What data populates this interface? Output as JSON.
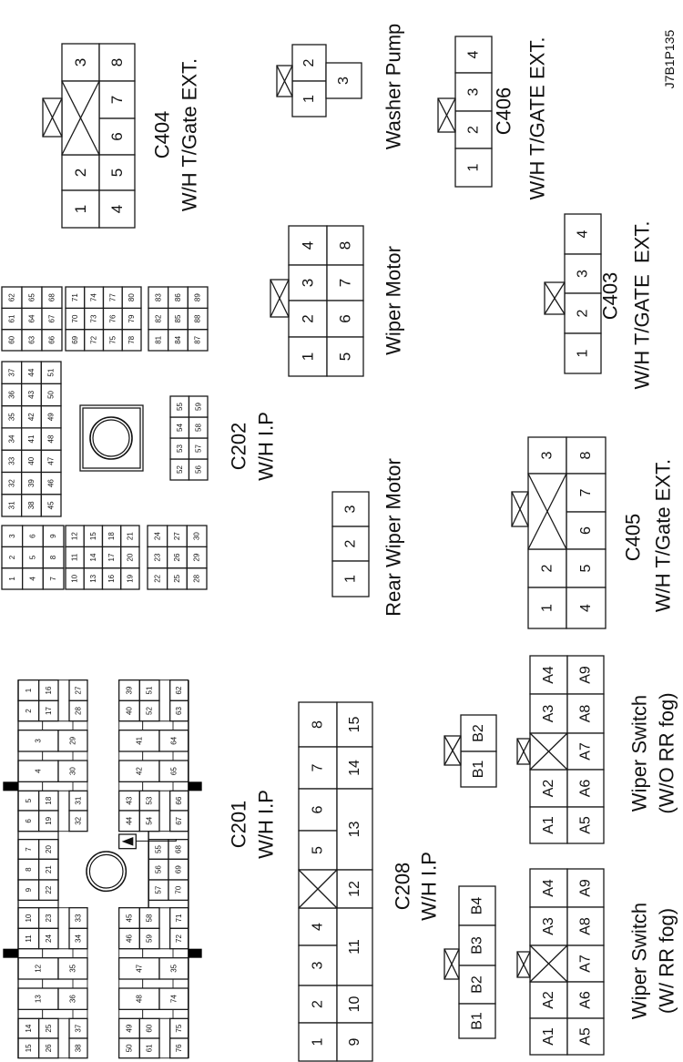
{
  "figure_code": "J7B1P135",
  "connectors": {
    "c404": {
      "title": "C404",
      "harness": "W/H T/Gate EXT.",
      "pins": [
        "3",
        "2",
        "1",
        "8",
        "7",
        "6",
        "5",
        "4"
      ]
    },
    "washer": {
      "title": "Washer Pump",
      "pins": [
        "2",
        "1",
        "3"
      ]
    },
    "wiper_motor": {
      "title": "Wiper Motor",
      "pins": [
        "4",
        "3",
        "2",
        "1",
        "8",
        "7",
        "6",
        "5"
      ]
    },
    "c406": {
      "title": "C406",
      "harness": "W/H T/GATE EXT.",
      "pins": [
        "4",
        "3",
        "2",
        "1"
      ]
    },
    "c403": {
      "title": "C403",
      "harness": "W/H T/GATE  EXT.",
      "pins": [
        "4",
        "3",
        "2",
        "1"
      ]
    },
    "rear_wiper": {
      "title": "Rear Wiper Motor",
      "pins": [
        "3",
        "2",
        "1"
      ]
    },
    "c405": {
      "title": "C405",
      "harness": "W/H T/Gate EXT.",
      "pins": [
        "3",
        "2",
        "1",
        "8",
        "7",
        "6",
        "5",
        "4"
      ]
    },
    "c208": {
      "title": "C208",
      "harness": "W/H I.P",
      "pins": [
        "8",
        "7",
        "6",
        "5",
        "4",
        "3",
        "2",
        "1",
        "15",
        "14",
        "13",
        "12",
        "11",
        "10",
        "9"
      ]
    },
    "sw_b2": {
      "pins": [
        "B2",
        "B1"
      ]
    },
    "sw_b4": {
      "pins": [
        "B4",
        "B3",
        "B2",
        "B1"
      ]
    },
    "wiper_sw_wo": {
      "title": "Wiper Switch",
      "variant": "(W/O RR fog)",
      "pins": [
        "A4",
        "A3",
        "A2",
        "A1",
        "A9",
        "A8",
        "A7",
        "A6",
        "A5"
      ]
    },
    "wiper_sw_w": {
      "title": "Wiper Switch",
      "variant": "(W/ RR fog)",
      "pins": [
        "A4",
        "A3",
        "A2",
        "A1",
        "A9",
        "A8",
        "A7",
        "A6",
        "A5"
      ]
    },
    "c202": {
      "title": "C202",
      "harness": "W/H I.P",
      "blocks": [
        [
          [
            "1",
            "2",
            "3"
          ],
          [
            "4",
            "5",
            "6"
          ],
          [
            "7",
            "8",
            "9"
          ]
        ],
        [
          [
            "10",
            "11",
            "12"
          ],
          [
            "13",
            "14",
            "15"
          ],
          [
            "16",
            "17",
            "18"
          ],
          [
            "19",
            "20",
            "21"
          ]
        ],
        [
          [
            "22",
            "23",
            "24"
          ],
          [
            "25",
            "26",
            "27"
          ],
          [
            "28",
            "29",
            "30"
          ]
        ],
        [
          [
            "31",
            "32",
            "33",
            "34",
            "35",
            "36",
            "37"
          ],
          [
            "38",
            "39",
            "40",
            "41",
            "42",
            "43",
            "44"
          ],
          [
            "45",
            "46",
            "47",
            "48",
            "49",
            "50",
            "51"
          ]
        ],
        [
          [
            "52",
            "53",
            "54",
            "55"
          ],
          [
            "56",
            "57",
            "58",
            "59"
          ]
        ],
        [
          [
            "60",
            "61",
            "62"
          ],
          [
            "63",
            "64",
            "65"
          ],
          [
            "66",
            "67",
            "68"
          ]
        ],
        [
          [
            "69",
            "70",
            "71"
          ],
          [
            "72",
            "73",
            "74"
          ],
          [
            "75",
            "76",
            "77"
          ],
          [
            "78",
            "79",
            "80"
          ]
        ],
        [
          [
            "81",
            "82",
            "83"
          ],
          [
            "84",
            "85",
            "86"
          ],
          [
            "87",
            "88",
            "89"
          ]
        ]
      ]
    },
    "c201": {
      "title": "C201",
      "harness": "W/H I.P",
      "pins": [
        "1",
        "16",
        "27",
        "2",
        "17",
        "28",
        "3",
        "29",
        "4",
        "30",
        "5",
        "18",
        "31",
        "6",
        "19",
        "32",
        "7",
        "20",
        "8",
        "21",
        "9",
        "22",
        "10",
        "23",
        "33",
        "11",
        "24",
        "34",
        "12",
        "35",
        "13",
        "36",
        "14",
        "25",
        "37",
        "15",
        "26",
        "38",
        "39",
        "51",
        "62",
        "40",
        "52",
        "63",
        "41",
        "64",
        "42",
        "65",
        "43",
        "53",
        "66",
        "44",
        "54",
        "67",
        "55",
        "68",
        "56",
        "69",
        "57",
        "70",
        "45",
        "58",
        "71",
        "46",
        "59",
        "72",
        "47",
        "35",
        "48",
        "74",
        "49",
        "60",
        "75",
        "50",
        "61",
        "76"
      ]
    }
  }
}
